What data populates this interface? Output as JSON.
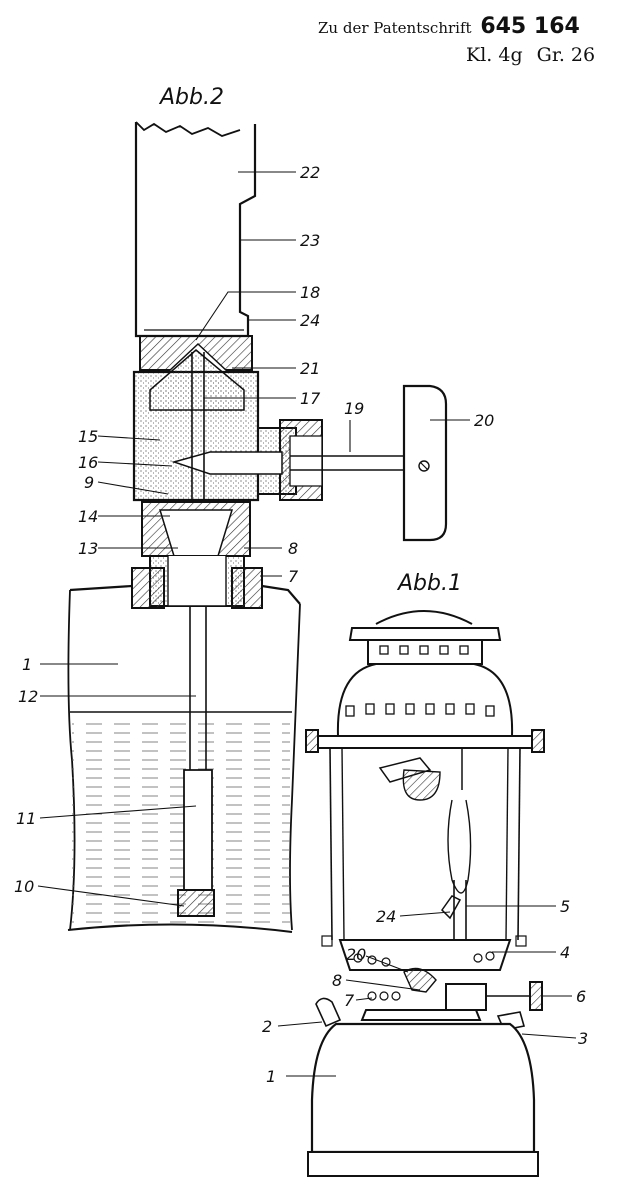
{
  "header": {
    "prefix": "Zu der Patentschrift",
    "patent_number": "645 164",
    "class_label": "Kl. 4g",
    "group_label": "Gr. 26"
  },
  "figures": {
    "fig2_title": "Abb.2",
    "fig1_title": "Abb.1"
  },
  "fig2_labels": [
    "22",
    "23",
    "18",
    "24",
    "21",
    "17",
    "19",
    "20",
    "15",
    "16",
    "9",
    "14",
    "13",
    "8",
    "7",
    "1",
    "12",
    "11",
    "10"
  ],
  "fig1_labels": [
    "5",
    "24",
    "4",
    "20",
    "8",
    "6",
    "7",
    "2",
    "3",
    "1"
  ]
}
